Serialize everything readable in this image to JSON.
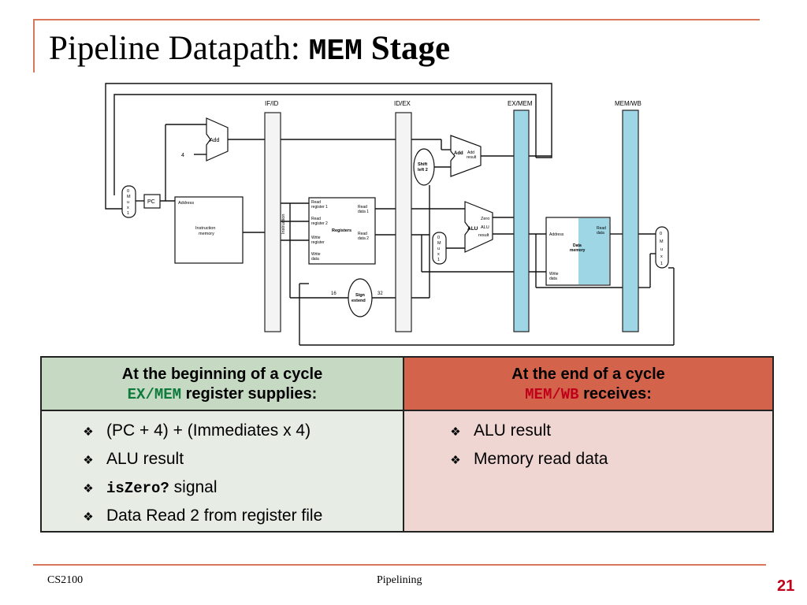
{
  "slide": {
    "title_prefix": "Pipeline Datapath: ",
    "title_code": "MEM",
    "title_suffix": " Stage"
  },
  "diagram": {
    "labels": {
      "if_id": "IF/ID",
      "id_ex": "ID/EX",
      "ex_mem": "EX/MEM",
      "mem_wb": "MEM/WB",
      "add": "Add",
      "four": "4",
      "pc": "PC",
      "mux_text": "0 M u x 1",
      "address": "Address",
      "instruction_memory": "Instruction memory",
      "instruction": "Instruction",
      "read_register_1": "Read register 1",
      "read_register_2": "Read register 2",
      "registers": "Registers",
      "write_register": "Write register",
      "write_data": "Write data",
      "read_data_1": "Read data 1",
      "read_data_2": "Read data 2",
      "shift_left_2": "Shift left 2",
      "add_result": "Add result",
      "zero": "Zero",
      "alu": "ALU",
      "alu_result": "ALU result",
      "sign_extend": "Sign extend",
      "sixteen": "16",
      "thirty_two": "32",
      "data_memory": "Data memory",
      "read_data": "Read data"
    }
  },
  "table": {
    "left_header_line1": "At the beginning of a cycle",
    "left_header_code": "EX/MEM",
    "left_header_rest": " register supplies:",
    "right_header_line1": "At the end of a cycle",
    "right_header_code": "MEM/WB",
    "right_header_rest": " receives:",
    "left_items": {
      "item1": "(PC + 4) + (Immediates x 4)",
      "item2": "ALU result",
      "item3_code": "isZero?",
      "item3_rest": " signal",
      "item4": "Data Read 2 from register file"
    },
    "right_items": {
      "item1": "ALU result",
      "item2": "Memory read data"
    },
    "bullet": "❖"
  },
  "footer": {
    "course": "CS2100",
    "topic": "Pipelining",
    "page": "21"
  },
  "colors": {
    "accent_rule": "#d9775a",
    "left_header_bg": "#c6d9c2",
    "right_header_bg": "#d4634b",
    "pipeline_highlight": "#9fd6e6",
    "code_green": "#0b7a3a",
    "code_red": "#c0001a"
  }
}
